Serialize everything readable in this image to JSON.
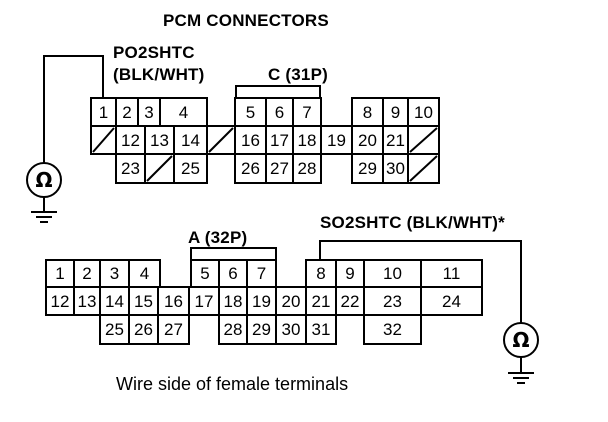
{
  "title": "PCM CONNECTORS",
  "connector_c": {
    "label": "C (31P)",
    "wire_line1": "PO2SHTC",
    "wire_line2": "(BLK/WHT)",
    "terminals": [
      "1",
      "2",
      "3",
      "4",
      "5",
      "6",
      "7",
      "8",
      "9",
      "10",
      "12",
      "13",
      "14",
      "16",
      "17",
      "18",
      "19",
      "20",
      "21",
      "23",
      "25",
      "26",
      "27",
      "28",
      "29",
      "30"
    ]
  },
  "connector_a": {
    "label": "A (32P)",
    "wire_label": "SO2SHTC (BLK/WHT)*",
    "terminals": [
      "1",
      "2",
      "3",
      "4",
      "5",
      "6",
      "7",
      "8",
      "9",
      "10",
      "11",
      "12",
      "13",
      "14",
      "15",
      "16",
      "17",
      "18",
      "19",
      "20",
      "21",
      "22",
      "23",
      "24",
      "25",
      "26",
      "27",
      "28",
      "29",
      "30",
      "31",
      "32"
    ]
  },
  "meter_symbol": "Ω",
  "caption": "Wire side of female terminals"
}
